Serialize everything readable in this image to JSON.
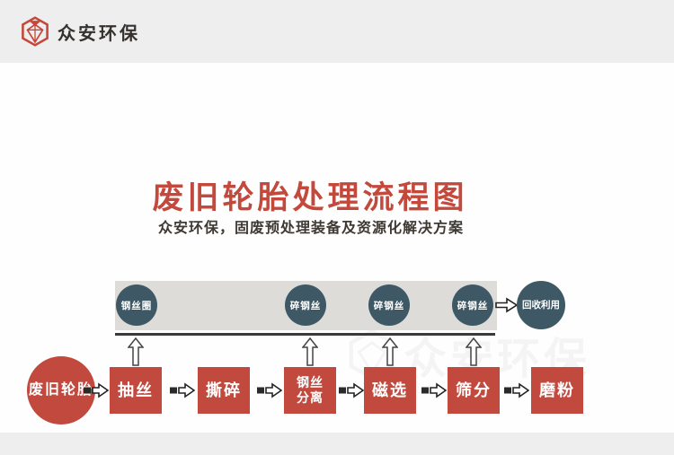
{
  "header": {
    "brand": "众安环保"
  },
  "title": "废旧轮胎处理流程图",
  "subtitle": "众安环保，固废预处理装备及资源化解决方案",
  "watermark": "众安环保",
  "colors": {
    "accent_red": "#c1493e",
    "circle_teal": "#3e5965",
    "band_gray": "#dedcd9",
    "page_gray": "#eeeeee",
    "card_white": "#fefefe",
    "line_dark": "#3a3a3a"
  },
  "diagram": {
    "outputs": [
      {
        "label": "钢丝圈"
      },
      {
        "label": "碎钢丝"
      },
      {
        "label": "碎钢丝"
      },
      {
        "label": "碎钢丝"
      }
    ],
    "recycle_label": "回收利用",
    "source_label": "废旧轮胎",
    "steps": [
      "抽丝",
      "撕碎",
      "钢丝分离",
      "磁选",
      "筛分",
      "磨粉"
    ]
  }
}
